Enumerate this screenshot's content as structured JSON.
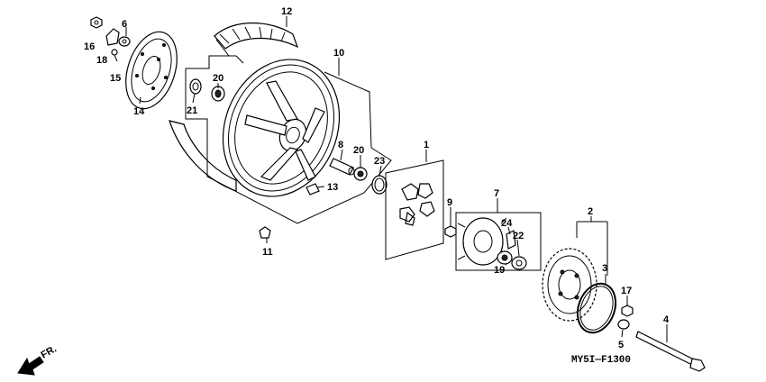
{
  "diagram": {
    "code": "MY5I—F1300",
    "direction": "FR.",
    "callouts": [
      "1",
      "2",
      "3",
      "4",
      "5",
      "6",
      "7",
      "8",
      "9",
      "10",
      "11",
      "12",
      "13",
      "14",
      "15",
      "16",
      "17",
      "18",
      "19",
      "20",
      "20",
      "21",
      "22",
      "23",
      "24"
    ]
  }
}
